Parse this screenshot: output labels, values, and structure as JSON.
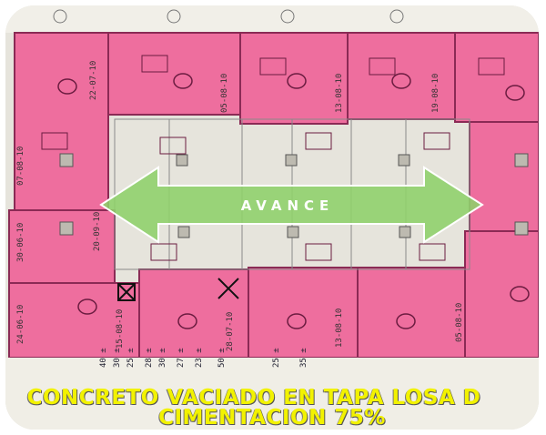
{
  "arrow": {
    "label": "AVANCE",
    "color": "#8ed06a"
  },
  "caption": {
    "line1": "CONCRETO VACIADO EN TAPA LOSA D",
    "line2": "CIMENTACION 75%",
    "color": "#f2f200"
  },
  "pour_dates": [
    "22-07-10",
    "05-08-10",
    "13-08-10",
    "19-08-10",
    "07-08-10",
    "30-06-10",
    "20-09-10",
    "24-06-10",
    "15-08-10",
    "28-07-10",
    "13-08-10",
    "05-08-10"
  ],
  "colors": {
    "slab_poured": "#ef6f9f",
    "slab_pending": "#e4e2da",
    "background": "#ffffff"
  }
}
